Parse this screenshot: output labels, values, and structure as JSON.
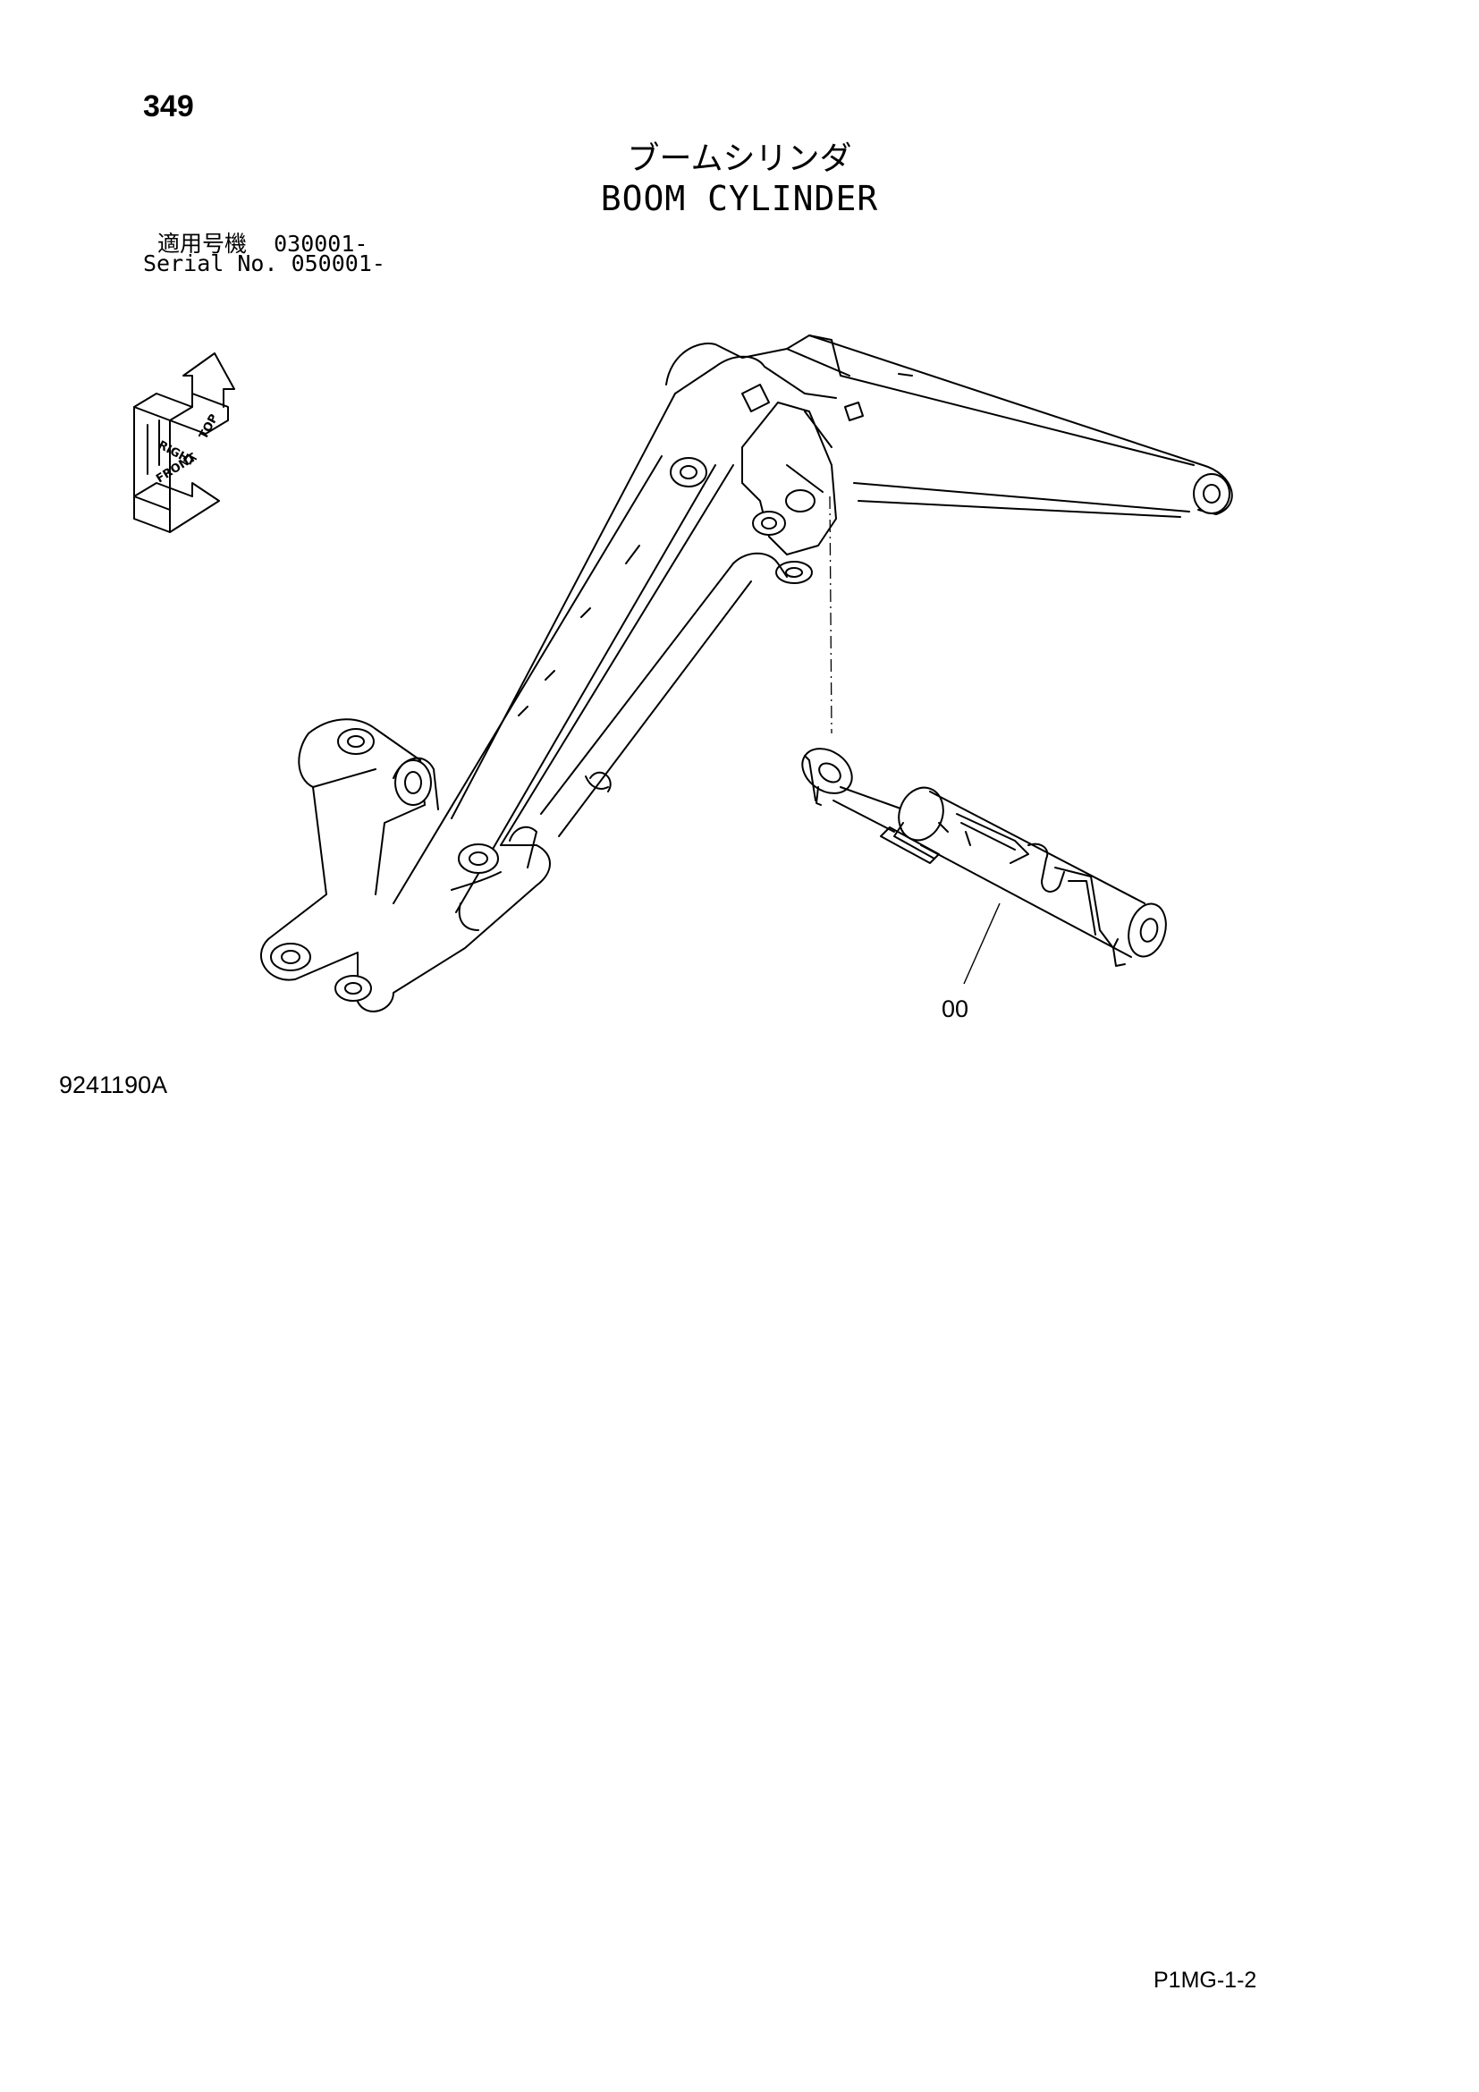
{
  "header": {
    "page_number": "349",
    "title_jp": "ブームシリンダ",
    "title_en": "BOOM CYLINDER",
    "applicable_serial_jp": "適用号機  030001-",
    "applicable_serial_en": "Serial No. 050001-"
  },
  "orientation_indicator": {
    "labels": [
      "TOP",
      "RIGHT",
      "FRONT"
    ]
  },
  "callouts": [
    {
      "label": "00"
    }
  ],
  "footer": {
    "drawing_number": "9241190A",
    "sheet_code": "P1MG-1-2"
  }
}
